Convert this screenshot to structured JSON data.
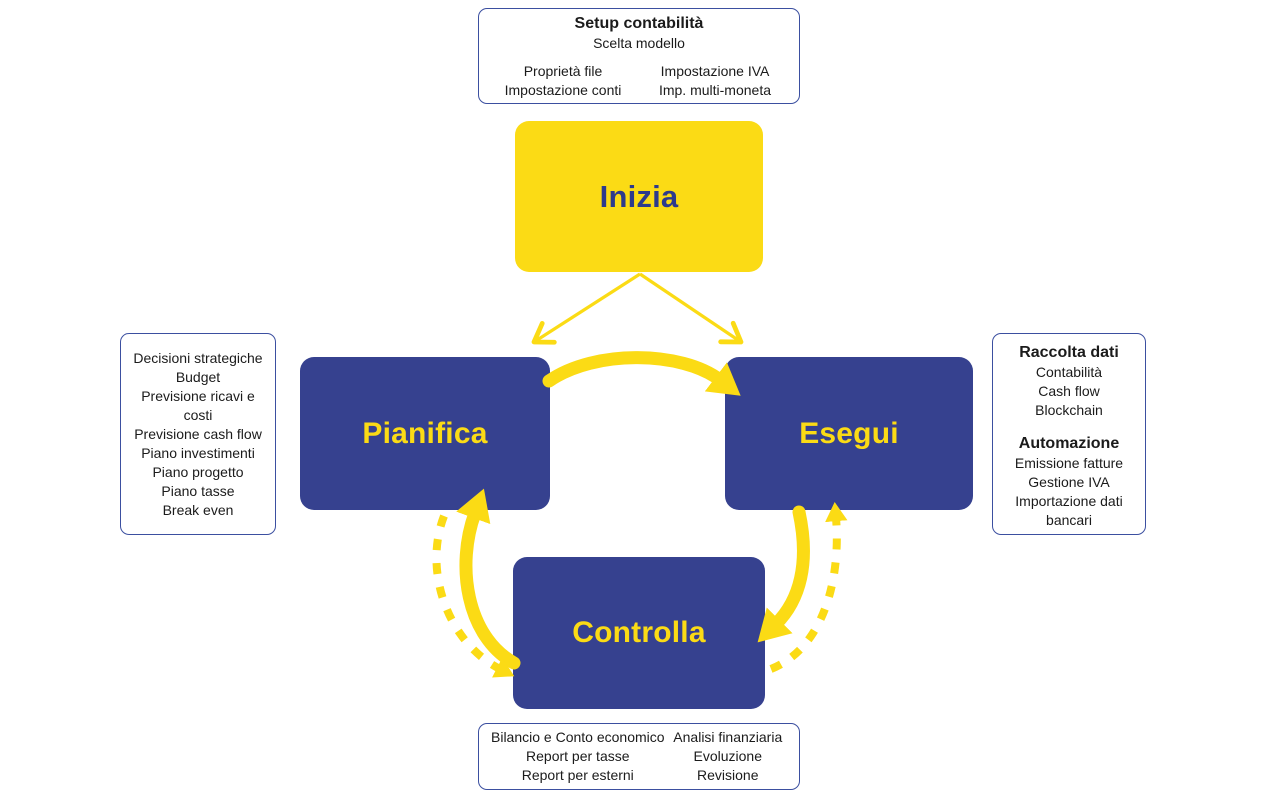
{
  "colors": {
    "yellow": "#FBDB15",
    "blue": "#36418F",
    "blue_text": "#2D3A8C",
    "border_blue": "#3B4FA0",
    "text_dark": "#1B1B1B"
  },
  "nodes": {
    "inizia": {
      "label": "Inizia"
    },
    "pianifica": {
      "label": "Pianifica"
    },
    "esegui": {
      "label": "Esegui"
    },
    "controlla": {
      "label": "Controlla"
    }
  },
  "annotations": {
    "setup": {
      "title": "Setup contabilità",
      "subtitle": "Scelta modello",
      "col1": [
        "Proprietà file",
        "Impostazione conti"
      ],
      "col2": [
        "Impostazione IVA",
        "Imp. multi-moneta"
      ]
    },
    "pianifica_list": [
      "Decisioni strategiche",
      "Budget",
      "Previsione ricavi e costi",
      "Previsione cash flow",
      "Piano investimenti",
      "Piano progetto",
      "Piano tasse",
      "Break even"
    ],
    "esegui_list": {
      "section1_title": "Raccolta dati",
      "section1": [
        "Contabilità",
        "Cash flow",
        "Blockchain"
      ],
      "section2_title": "Automazione",
      "section2": [
        "Emissione fatture",
        "Gestione IVA",
        "Importazione dati bancari"
      ]
    },
    "controlla_list": {
      "col1": [
        "Bilancio e Conto economico",
        "Report per tasse",
        "Report per esterni"
      ],
      "col2": [
        "Analisi finanziaria",
        "Evoluzione",
        "Revisione"
      ]
    }
  }
}
